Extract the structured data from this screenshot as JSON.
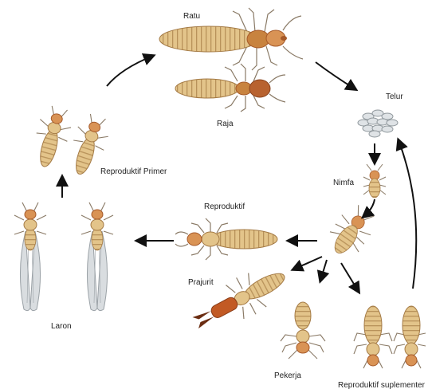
{
  "labels": {
    "ratu": "Ratu",
    "raja": "Raja",
    "telur": "Telur",
    "nimfa": "Nimfa",
    "reproduktif_primer": "Reproduktif Primer",
    "reproduktif": "Reproduktif",
    "prajurit": "Prajurit",
    "pekerja": "Pekerja",
    "laron": "Laron",
    "reproduktif_suplementer": "Reproduktif suplementer"
  },
  "colors": {
    "abdomen": "#e3c48a",
    "abdomen_band": "#b8925a",
    "head": "#c8833f",
    "head_dark": "#a65a2a",
    "leg": "#8a7a66",
    "wing": "#d9dde0",
    "wing_vein": "#9aa1a6",
    "arrow": "#111111",
    "egg": "#dfe3e6"
  },
  "icons": {
    "arrow": "arrow-icon",
    "termite": "termite-icon",
    "egg": "egg-icon"
  }
}
